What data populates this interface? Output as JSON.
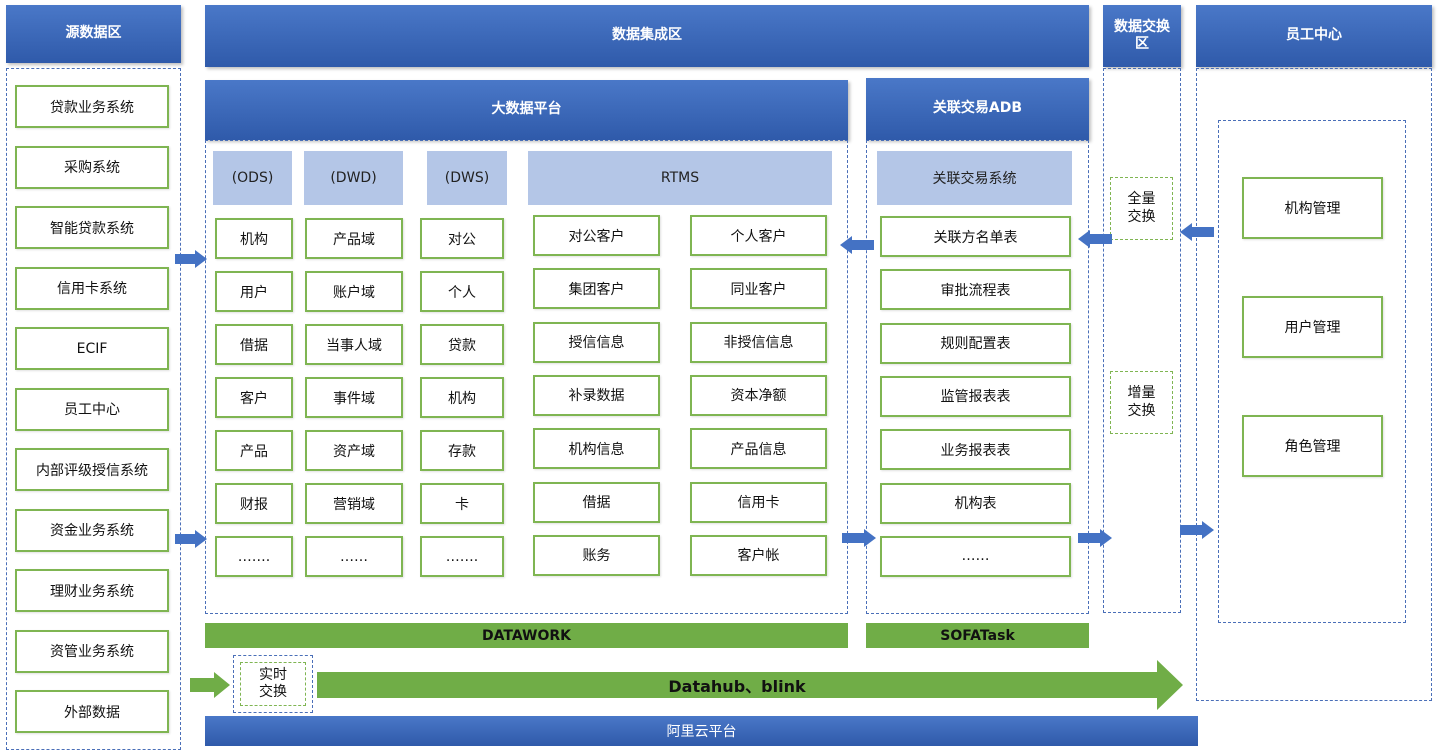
{
  "headers": {
    "source_zone": "源数据区",
    "integration_zone": "数据集成区",
    "exchange_zone": "数据交换区",
    "employee_center": "员工中心",
    "bigdata_platform": "大数据平台",
    "related_adb": "关联交易ADB"
  },
  "source_systems": [
    "贷款业务系统",
    "采购系统",
    "智能贷款系统",
    "信用卡系统",
    "ECIF",
    "员工中心",
    "内部评级授信系统",
    "资金业务系统",
    "理财业务系统",
    "资管业务系统",
    "外部数据"
  ],
  "bigdata": {
    "ods": {
      "label": "(ODS)",
      "items": [
        "机构",
        "用户",
        "借据",
        "客户",
        "产品",
        "财报",
        "……."
      ]
    },
    "dwd": {
      "label": "(DWD)",
      "items": [
        "产品域",
        "账户域",
        "当事人域",
        "事件域",
        "资产域",
        "营销域",
        "……"
      ]
    },
    "dws": {
      "label": "(DWS)",
      "items": [
        "对公",
        "个人",
        "贷款",
        "机构",
        "存款",
        "卡",
        "……."
      ]
    },
    "rtms": {
      "label": "RTMS",
      "left": [
        "对公客户",
        "集团客户",
        "授信信息",
        "补录数据",
        "机构信息",
        "借据",
        "账务"
      ],
      "right": [
        "个人客户",
        "同业客户",
        "非授信信息",
        "资本净额",
        "产品信息",
        "信用卡",
        "客户帐"
      ]
    }
  },
  "adb": {
    "system_label": "关联交易系统",
    "items": [
      "关联方名单表",
      "审批流程表",
      "规则配置表",
      "监管报表表",
      "业务报表表",
      "机构表",
      "……"
    ]
  },
  "exchange": {
    "full": "全量交换",
    "incremental": "增量交换"
  },
  "employee": {
    "items": [
      "机构管理",
      "用户管理",
      "角色管理"
    ]
  },
  "bars": {
    "datawork": "DATAWORK",
    "sofatask": "SOFATask",
    "realtime": "实时交换",
    "stream": "Datahub、blink",
    "cloud": "阿里云平台"
  },
  "colors": {
    "header_blue": "#3b66b8",
    "green": "#70ad47",
    "light_blue": "#b4c6e7"
  }
}
